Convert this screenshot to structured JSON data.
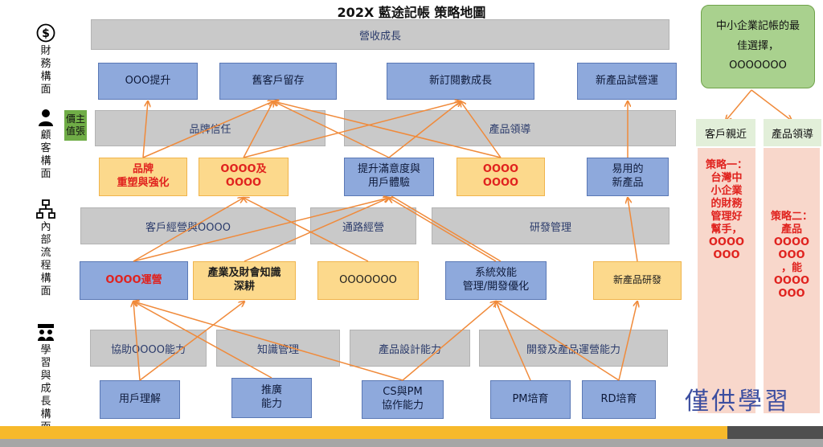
{
  "title": "202X 藍途記帳 策略地圖",
  "perspectives": {
    "financial": "財\n務\n構\n面",
    "customer": "顧\n客\n構\n面",
    "internal": "內\n部\n流\n程\n構\n面",
    "learning": "學\n習\n與\n成\n長\n構\n面"
  },
  "value_proposition": "價主\n值張",
  "icons": [
    "dollar-icon",
    "person-icon",
    "org-chart-icon",
    "learning-icon"
  ],
  "financial": {
    "bar": "營收成長",
    "items": [
      "OOO提升",
      "舊客戶留存",
      "新訂閱數成長",
      "新產品試營運"
    ]
  },
  "customer": {
    "bars": [
      "品牌信任",
      "產品領導"
    ],
    "items": [
      {
        "line1": "品牌",
        "line2": "重塑與強化"
      },
      {
        "line1": "OOOO及",
        "line2": "OOOO"
      },
      {
        "line1": "提升滿意度與",
        "line2": "用戶體驗"
      },
      {
        "line1": "OOOO",
        "line2": "OOOO"
      },
      {
        "line1": "易用的",
        "line2": "新產品"
      }
    ]
  },
  "internal": {
    "bars": [
      "客戶經營與OOOO",
      "通路經營",
      "研發管理"
    ],
    "items": [
      {
        "line1": "OOOO運營",
        "line2": ""
      },
      {
        "line1": "產業及財會知識",
        "line2": "深耕"
      },
      {
        "line1": "OOOOOOO",
        "line2": ""
      },
      {
        "line1": "系統效能",
        "line2": "管理/開發優化"
      },
      {
        "line1": "新產品研發",
        "line2": ""
      }
    ]
  },
  "learning": {
    "bars": [
      "協助OOOO能力",
      "知識管理",
      "產品設計能力",
      "開發及產品運營能力"
    ],
    "items": [
      {
        "line1": "用戶理解",
        "line2": ""
      },
      {
        "line1": "推廣",
        "line2": "能力"
      },
      {
        "line1": "CS與PM",
        "line2": "協作能力"
      },
      {
        "line1": "PM培育",
        "line2": ""
      },
      {
        "line1": "RD培育",
        "line2": ""
      }
    ]
  },
  "side": {
    "vision": "中小企業記帳的最\n佳選擇，\nOOOOOOO",
    "tags": [
      "客戶親近",
      "產品領導"
    ],
    "strategy1": "策略一：\n台灣中\n小企業\n的財務\n管理好\n幫手，\nOOOO\nOOO",
    "strategy2": "策略二：\n產品\nOOOO\nOOO\n，能\nOOOO\nOOO"
  },
  "watermark": "僅供學習",
  "colors": {
    "accent_orange": "#f08a3a",
    "box_blue": "#8ea9dc",
    "box_yellow": "#fcd98c",
    "bar_gray": "#c9c9c9",
    "green": "#a9d18e",
    "red_text": "#e0221e"
  }
}
